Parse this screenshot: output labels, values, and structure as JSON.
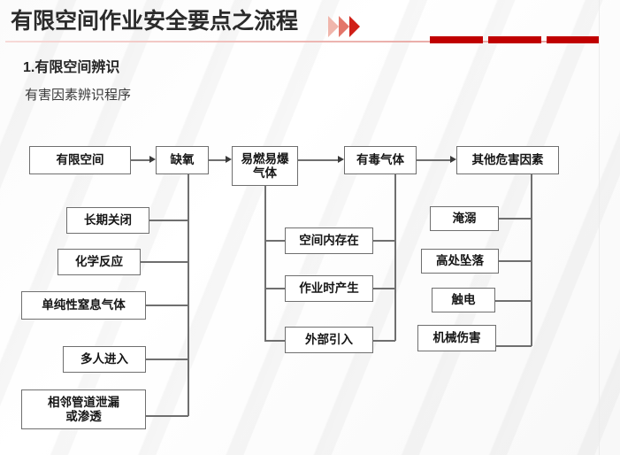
{
  "header": {
    "title": "有限空间作业安全要点之流程",
    "chevron_icons": [
      "chevron-right-light",
      "chevron-right-medium",
      "chevron-right-dark"
    ],
    "accent_color": "#c00000",
    "rule_color": "#e6a39e",
    "blocks": [
      "block-1",
      "block-2",
      "block-3"
    ]
  },
  "section": {
    "number_title": "1.有限空间辨识",
    "subtitle": "有害因素辨识程序"
  },
  "flow": {
    "top_row": [
      {
        "id": "confined-space",
        "label": "有限空间"
      },
      {
        "id": "oxygen-deficiency",
        "label": "缺氧"
      },
      {
        "id": "flammable-explosive-gas",
        "label": "易燃易爆\n气体"
      },
      {
        "id": "toxic-gas",
        "label": "有毒气体"
      },
      {
        "id": "other-hazard-factors",
        "label": "其他危害因素"
      }
    ],
    "oxygen_causes": [
      {
        "id": "long-term-closure",
        "label": "长期关闭"
      },
      {
        "id": "chemical-reaction",
        "label": "化学反应"
      },
      {
        "id": "simple-asphyxiant-gas",
        "label": "单纯性窒息气体"
      },
      {
        "id": "multiple-persons-entry",
        "label": "多人进入"
      },
      {
        "id": "adjacent-pipe-leak",
        "label": "相邻管道泄漏\n或渗透"
      }
    ],
    "gas_sources": [
      {
        "id": "existing-in-space",
        "label": "空间内存在"
      },
      {
        "id": "generated-during-work",
        "label": "作业时产生"
      },
      {
        "id": "introduced-externally",
        "label": "外部引入"
      }
    ],
    "other_hazards": [
      {
        "id": "drowning",
        "label": "淹溺"
      },
      {
        "id": "fall-from-height",
        "label": "高处坠落"
      },
      {
        "id": "electric-shock",
        "label": "触电"
      },
      {
        "id": "mechanical-injury",
        "label": "机械伤害"
      }
    ]
  }
}
